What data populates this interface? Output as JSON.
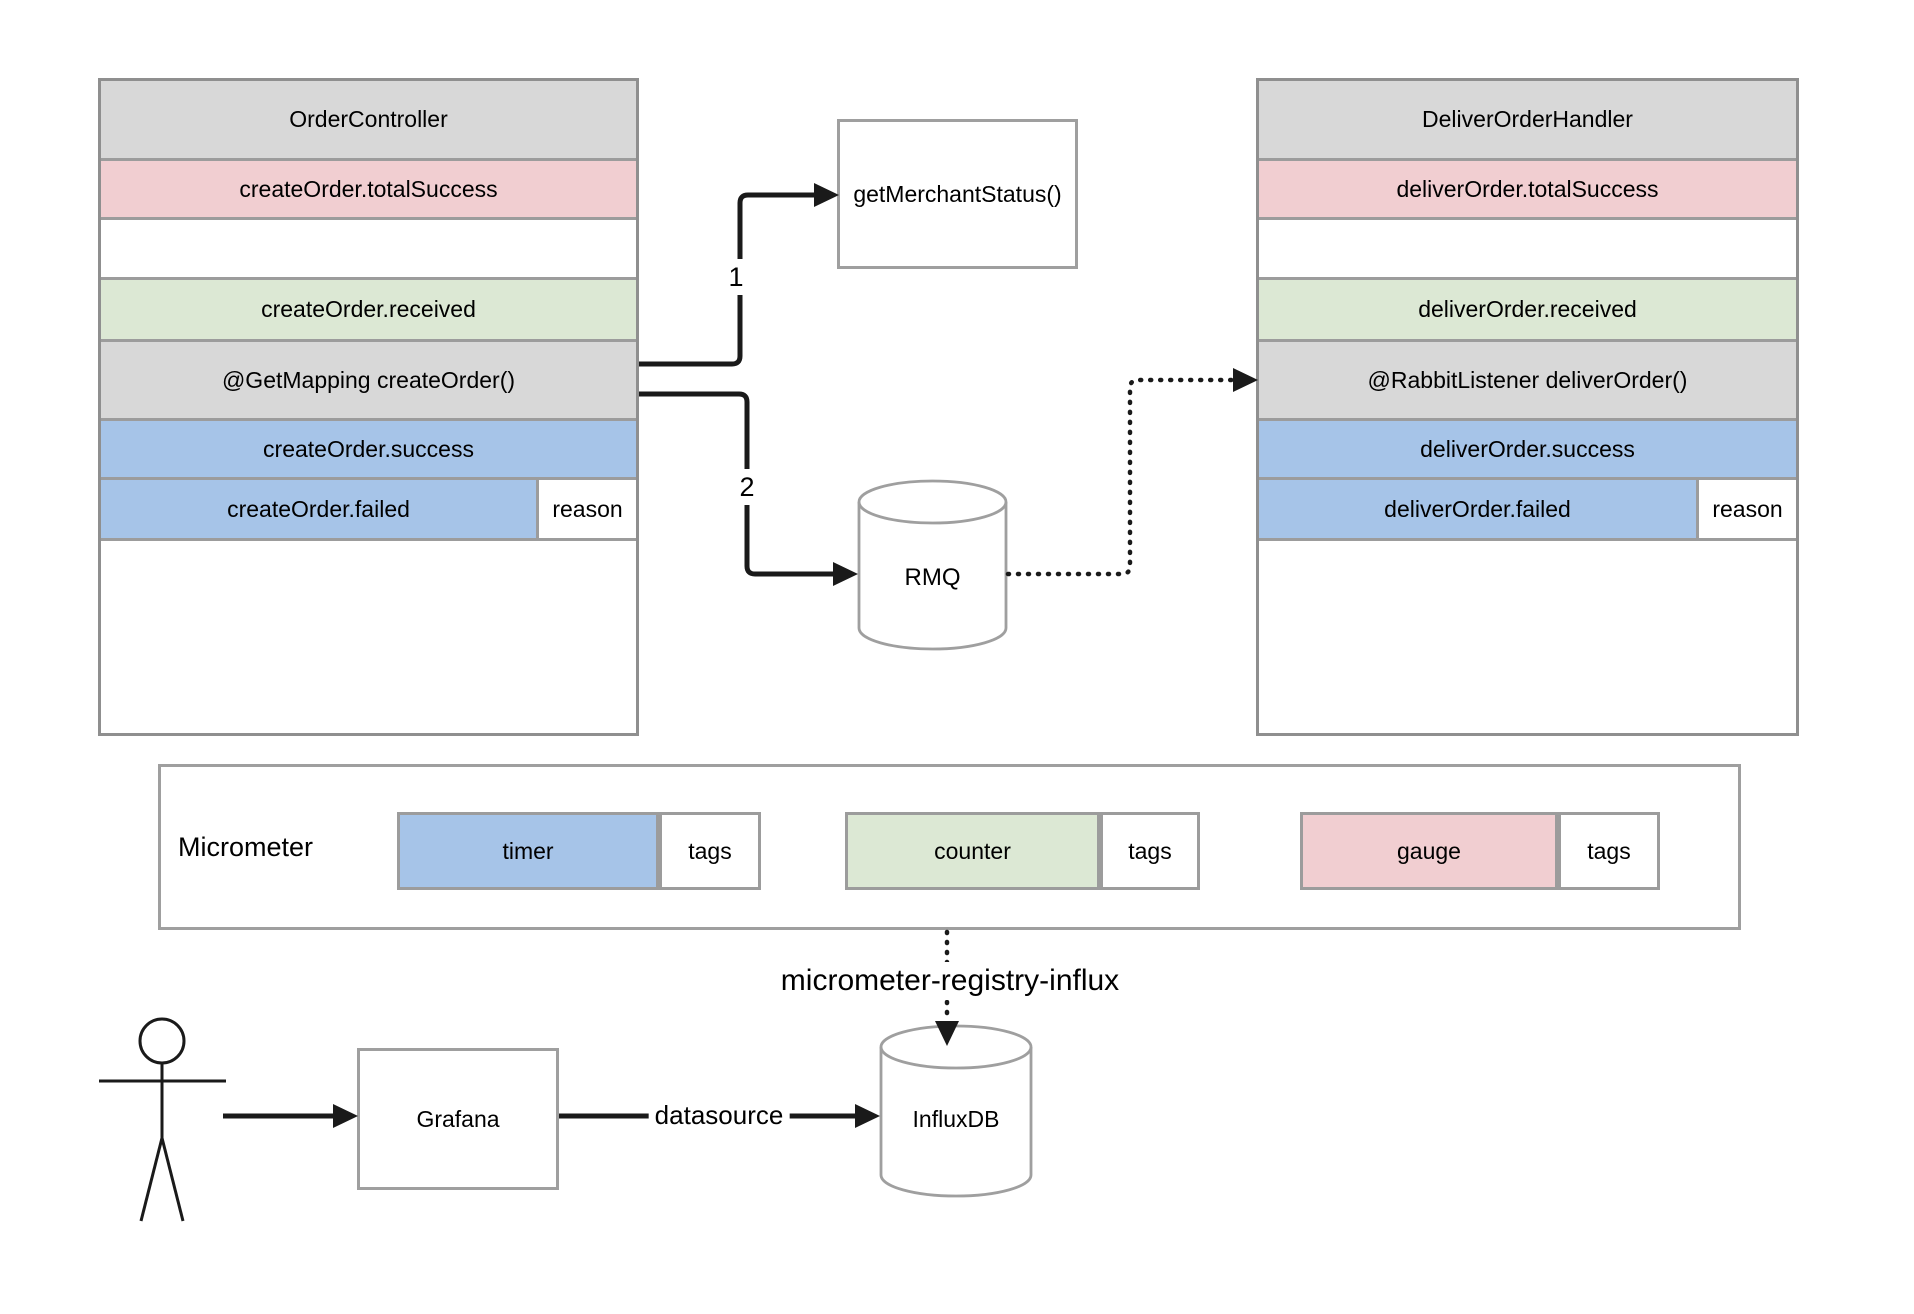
{
  "colors": {
    "timer_blue": "#a6c4e8",
    "counter_green": "#dce8d4",
    "gauge_pink": "#f1ced1",
    "header_gray": "#d8d8d8",
    "box_border_gray": "#9f9f9f",
    "line_black": "#1a1a1a"
  },
  "order_controller": {
    "title": "OrderController",
    "rows": [
      {
        "label": "createOrder.totalSuccess"
      },
      {
        "label": ""
      },
      {
        "label": "createOrder.received"
      },
      {
        "label": "@GetMapping createOrder()"
      },
      {
        "label": "createOrder.success"
      },
      {
        "label": "createOrder.failed",
        "side_label": "reason"
      }
    ]
  },
  "deliver_order_handler": {
    "title": "DeliverOrderHandler",
    "rows": [
      {
        "label": "deliverOrder.totalSuccess"
      },
      {
        "label": ""
      },
      {
        "label": "deliverOrder.received"
      },
      {
        "label": "@RabbitListener deliverOrder()"
      },
      {
        "label": "deliverOrder.success"
      },
      {
        "label": "deliverOrder.failed",
        "side_label": "reason"
      }
    ]
  },
  "get_merchant_status": {
    "label": "getMerchantStatus()"
  },
  "rmq": {
    "label": "RMQ"
  },
  "micrometer": {
    "title": "Micrometer",
    "metrics": [
      {
        "name": "timer",
        "tags_label": "tags"
      },
      {
        "name": "counter",
        "tags_label": "tags"
      },
      {
        "name": "gauge",
        "tags_label": "tags"
      }
    ]
  },
  "connectors": {
    "call_1_label": "1",
    "call_2_label": "2",
    "registry_label": "micrometer-registry-influx",
    "datasource_label": "datasource"
  },
  "grafana": {
    "label": "Grafana"
  },
  "influxdb": {
    "label": "InfluxDB"
  }
}
